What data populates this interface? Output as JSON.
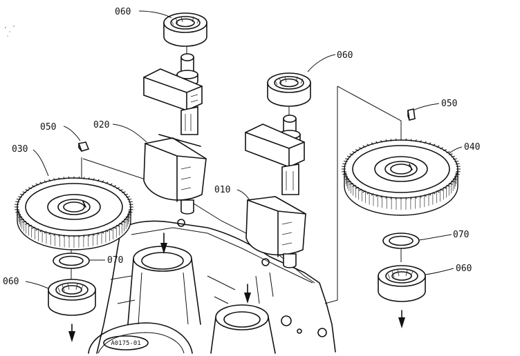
{
  "callouts": {
    "bearing_top": "060",
    "bearing_mid": "060",
    "key_left": "050",
    "key_right": "050",
    "shaft_upper": "020",
    "shaft_lower": "010",
    "gear_left": "030",
    "gear_right": "040",
    "washer_left": "070",
    "washer_right": "070",
    "bearing_left": "060",
    "bearing_right": "060"
  },
  "drawing_code": "A0175-01"
}
